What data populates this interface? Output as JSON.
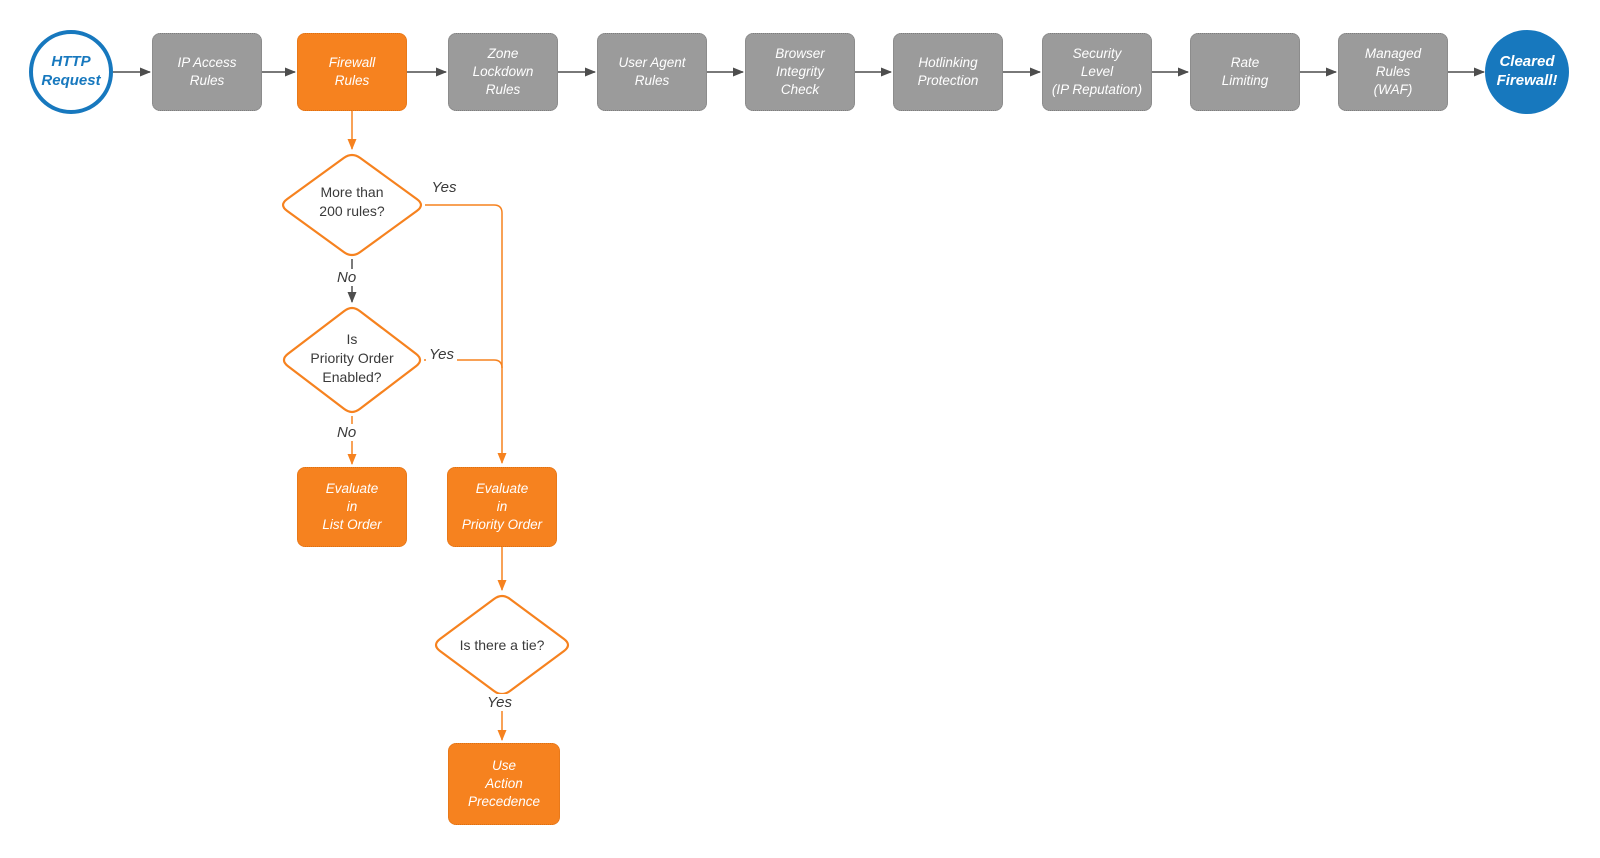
{
  "colors": {
    "accent_orange": "#F6821F",
    "process_gray": "#9B9B9B",
    "brand_blue": "#1778BE",
    "arrow_gray": "#4D4D4D",
    "label_text": "#3A3A3A"
  },
  "pipeline": [
    {
      "id": "http-request",
      "label": "HTTP\nRequest"
    },
    {
      "id": "ip-access-rules",
      "label": "IP Access\nRules"
    },
    {
      "id": "firewall-rules",
      "label": "Firewall\nRules"
    },
    {
      "id": "zone-lockdown-rules",
      "label": "Zone\nLockdown\nRules"
    },
    {
      "id": "user-agent-rules",
      "label": "User Agent\nRules"
    },
    {
      "id": "browser-integrity-check",
      "label": "Browser\nIntegrity\nCheck"
    },
    {
      "id": "hotlinking-protection",
      "label": "Hotlinking\nProtection"
    },
    {
      "id": "security-level",
      "label": "Security\nLevel\n(IP Reputation)"
    },
    {
      "id": "rate-limiting",
      "label": "Rate\nLimiting"
    },
    {
      "id": "managed-rules-waf",
      "label": "Managed\nRules\n(WAF)"
    },
    {
      "id": "cleared-firewall",
      "label": "Cleared\nFirewall!"
    }
  ],
  "decisions": {
    "more_than_200": {
      "label": "More than\n200 rules?",
      "yes": "Yes",
      "no": "No"
    },
    "priority_enabled": {
      "label": "Is\nPriority Order\nEnabled?",
      "yes": "Yes",
      "no": "No"
    },
    "tie": {
      "label": "Is there a tie?",
      "yes": "Yes"
    }
  },
  "actions": {
    "evaluate_list_order": {
      "label": "Evaluate\nin\nList Order"
    },
    "evaluate_priority_order": {
      "label": "Evaluate\nin\nPriority Order"
    },
    "use_action_precedence": {
      "label": "Use\nAction\nPrecedence"
    }
  }
}
